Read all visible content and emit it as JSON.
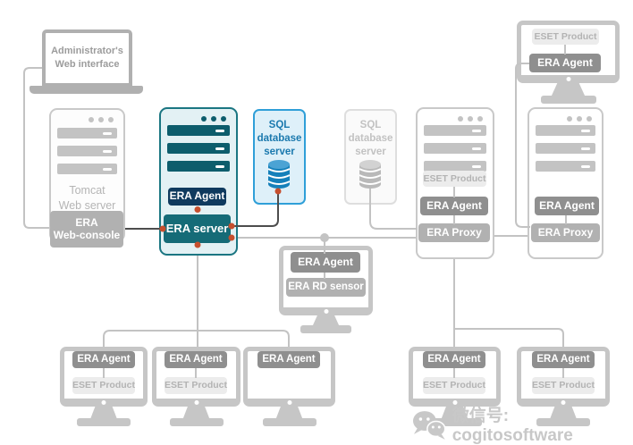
{
  "nodes": {
    "admin": {
      "label": "Administrator's\nWeb interface"
    },
    "tomcat": {
      "label": "Tomcat\nWeb server",
      "web_console": "ERA\nWeb-console"
    },
    "era": {
      "agent": "ERA Agent",
      "server": "ERA server"
    },
    "sql_blue": {
      "label": "SQL\ndatabase\nserver"
    },
    "sql_gray": {
      "label": "SQL\ndatabase\nserver"
    },
    "proxy1": {
      "product": "ESET Product",
      "agent": "ERA Agent",
      "proxy": "ERA Proxy"
    },
    "proxy2": {
      "agent": "ERA Agent",
      "proxy": "ERA Proxy"
    },
    "mon_top_right": {
      "product": "ESET Product",
      "agent": "ERA Agent"
    },
    "mon_rd": {
      "agent": "ERA Agent",
      "rd": "ERA RD sensor"
    },
    "mon_bl1": {
      "agent": "ERA Agent",
      "product": "ESET Product"
    },
    "mon_bl2": {
      "agent": "ERA Agent",
      "product": "ESET Product"
    },
    "mon_bl3": {
      "agent": "ERA Agent"
    },
    "mon_br1": {
      "agent": "ERA Agent",
      "product": "ESET Product"
    },
    "mon_br2": {
      "agent": "ERA Agent",
      "product": "ESET Product"
    }
  },
  "watermark": {
    "icon": "wechat-icon",
    "text": "微信号: cogitosoftware"
  },
  "colors": {
    "teal": "#156b77",
    "navy": "#0f3a5e",
    "teal_border": "#1b7682",
    "teal_fill": "#e3f1f4",
    "blue_border": "#2f9fd8",
    "blue_fill": "#def0f9",
    "blue_text": "#1b79ae",
    "cylinder_blue": "#1580ba",
    "connector_red": "#c64f2e",
    "gray_line": "#c3c3c3",
    "dark_line": "#4d4d4d",
    "chip_dark_gray": "#8f8f8f",
    "chip_mid_gray": "#b1b1b1",
    "chip_light_gray": "#ececec"
  }
}
